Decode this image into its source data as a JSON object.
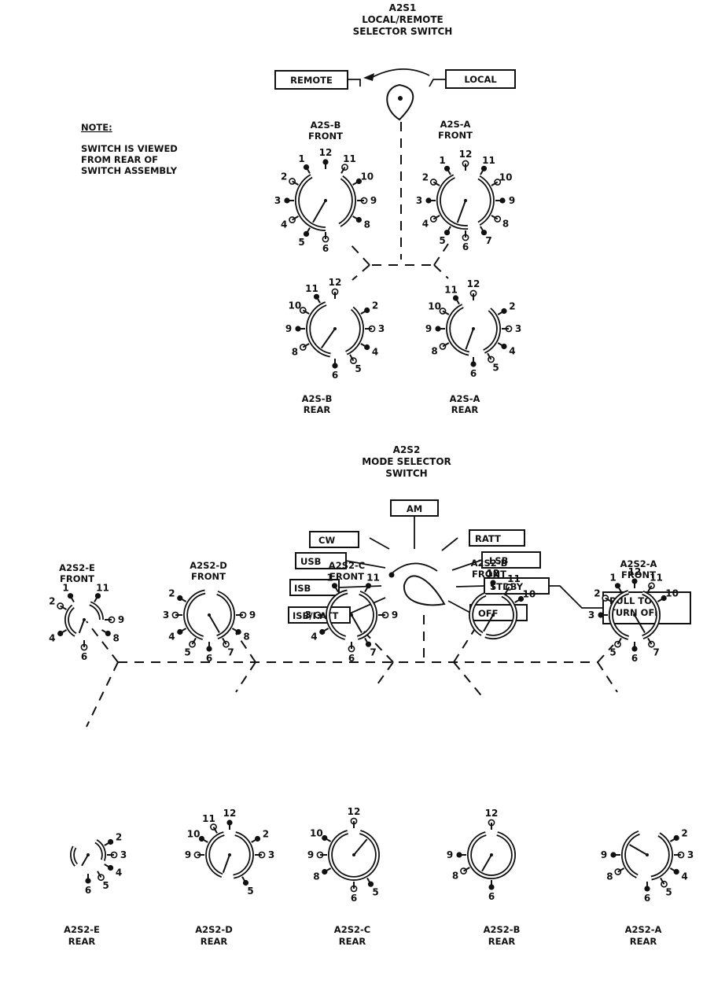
{
  "s1": {
    "title": [
      "A2S1",
      "LOCAL/REMOTE",
      "SELECTOR   SWITCH"
    ],
    "remote": "REMOTE",
    "local": "LOCAL",
    "note_title": "NOTE:",
    "note_lines": [
      "SWITCH IS VIEWED",
      "FROM REAR OF",
      "SWITCH ASSEMBLY"
    ],
    "wafers": [
      {
        "label": [
          "A2S-B",
          "FRONT"
        ],
        "pins": [
          "1",
          "2",
          "3",
          "4",
          "5",
          "6",
          "8",
          "9",
          "10",
          "11",
          "12"
        ]
      },
      {
        "label": [
          "A2S-A",
          "FRONT"
        ],
        "pins": [
          "1",
          "2",
          "3",
          "4",
          "5",
          "6",
          "7",
          "8",
          "9",
          "10",
          "11",
          "12"
        ]
      },
      {
        "label": [
          "A2S-B",
          "REAR"
        ],
        "pins": [
          "2",
          "3",
          "4",
          "5",
          "6",
          "8",
          "9",
          "10",
          "11",
          "12"
        ]
      },
      {
        "label": [
          "A2S-A",
          "REAR"
        ],
        "pins": [
          "2",
          "3",
          "4",
          "5",
          "6",
          "8",
          "9",
          "10",
          "11",
          "12"
        ]
      }
    ]
  },
  "s2": {
    "title": [
      "A2S2",
      "MODE SELECTOR",
      "SWITCH"
    ],
    "positions": {
      "am": "AM",
      "cw": "CW",
      "usb": "USB",
      "isb": "ISB",
      "isbratt": "ISB/RATT",
      "ratt": "RATT",
      "lsb": "LSB",
      "stdby": "STDBY",
      "off": "OFF"
    },
    "pull_note": [
      "PULL TO",
      "TURN OFF"
    ],
    "front_wafers": [
      {
        "label": [
          "A2S2-E",
          "FRONT"
        ],
        "pins": [
          "1",
          "2",
          "4",
          "6",
          "8",
          "9",
          "11"
        ]
      },
      {
        "label": [
          "A2S2-D",
          "FRONT"
        ],
        "pins": [
          "2",
          "3",
          "4",
          "5",
          "6",
          "7",
          "8",
          "9"
        ]
      },
      {
        "label": [
          "A2S2-C",
          "FRONT"
        ],
        "pins": [
          "1",
          "3",
          "4",
          "6",
          "7",
          "9",
          "11"
        ]
      },
      {
        "label": [
          "A2S2-B",
          "FRONT"
        ],
        "pins": [
          "10",
          "11",
          "12"
        ]
      },
      {
        "label": [
          "A2S2-A",
          "FRONT"
        ],
        "pins": [
          "1",
          "2",
          "3",
          "5",
          "6",
          "7",
          "10",
          "11",
          "12"
        ]
      }
    ],
    "rear_wafers": [
      {
        "label": [
          "A2S2-E",
          "REAR"
        ],
        "pins": [
          "2",
          "3",
          "4",
          "5",
          "6"
        ]
      },
      {
        "label": [
          "A2S2-D",
          "REAR"
        ],
        "pins": [
          "2",
          "3",
          "5",
          "9",
          "10",
          "11",
          "12"
        ]
      },
      {
        "label": [
          "A2S2-C",
          "REAR"
        ],
        "pins": [
          "5",
          "6",
          "8",
          "9",
          "10",
          "12"
        ]
      },
      {
        "label": [
          "A2S2-B",
          "REAR"
        ],
        "pins": [
          "6",
          "8",
          "9",
          "12"
        ]
      },
      {
        "label": [
          "A2S2-A",
          "REAR"
        ],
        "pins": [
          "2",
          "3",
          "4",
          "5",
          "6",
          "8",
          "9"
        ]
      }
    ]
  }
}
